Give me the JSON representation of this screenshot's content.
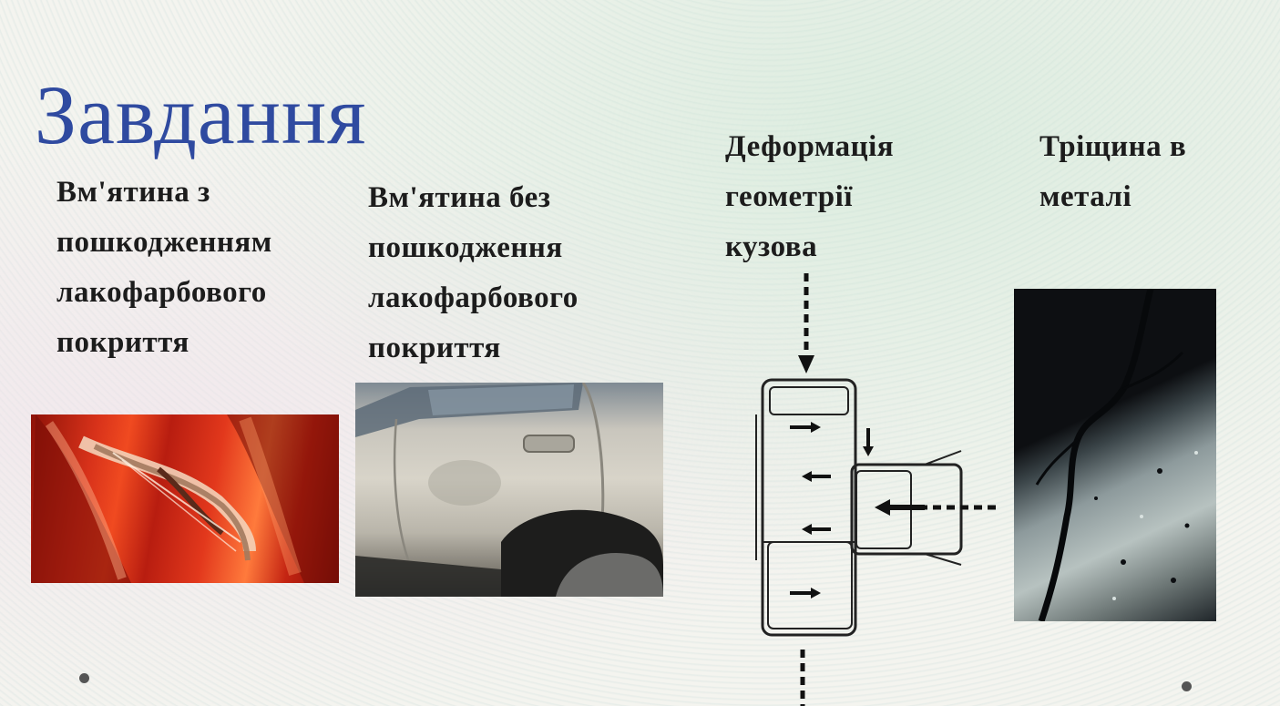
{
  "slide": {
    "title": "Завдання",
    "captions": [
      "Вм'ятина з\nпошкодженням\nлакофарбового\nпокриття",
      "Вм'ятина без\nпошкодження\nлакофарбового\nпокриття",
      "Деформація\nгеометрії\nкузова",
      "Тріщина в\nметалі"
    ]
  },
  "colors": {
    "title": "#2f4aa0",
    "caption": "#1c1c1c"
  },
  "icons": {
    "red_photo": "scratched-red-car-photo",
    "silver_photo": "dented-silver-car-door-photo",
    "diagram": "collision-deformation-diagram",
    "crack_photo": "metal-crack-photo"
  }
}
